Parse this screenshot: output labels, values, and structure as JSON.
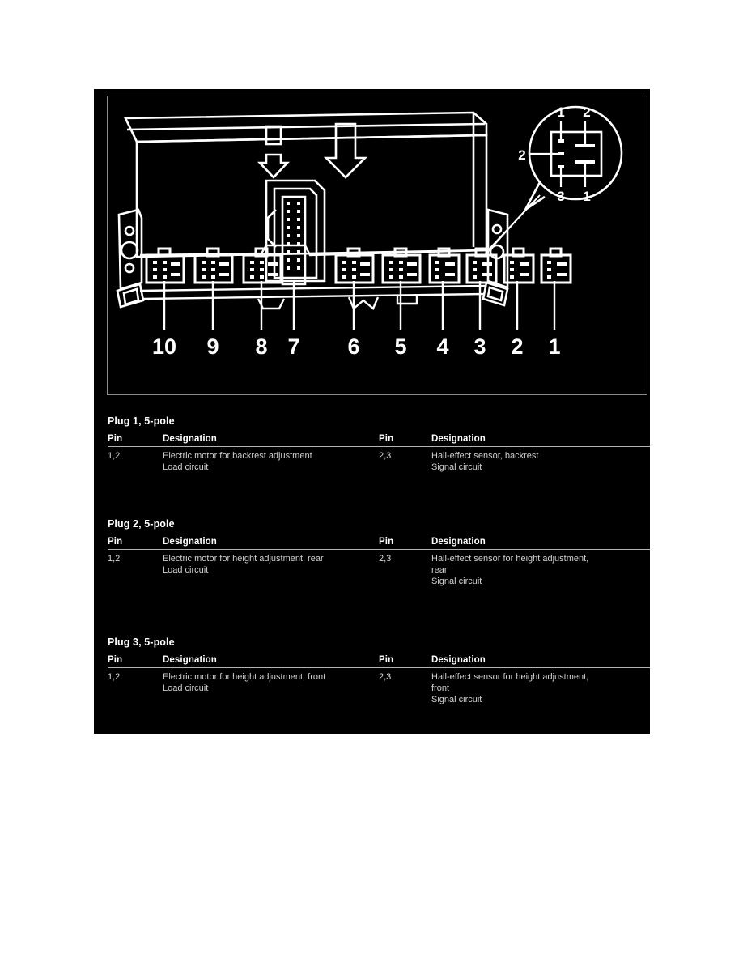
{
  "document": {
    "panel_background": "#000000",
    "text_color": "#ffffff",
    "body_text_color": "#cfcfcf"
  },
  "illustration": {
    "name": "seat-control-module-connector-layout",
    "connector_labels": [
      "10",
      "9",
      "8",
      "7",
      "6",
      "5",
      "4",
      "3",
      "2",
      "1"
    ],
    "callout": {
      "name": "connector-pin-detail",
      "top_left_pin": "1",
      "top_right_pin": "2",
      "left_pin": "2",
      "bottom_left_pin": "3",
      "bottom_right_pin": "1"
    }
  },
  "plugs": [
    {
      "title": "Plug 1, 5-pole",
      "headers": {
        "pin": "Pin",
        "designation": "Designation",
        "pin2": "Pin",
        "designation2": "Designation"
      },
      "row": {
        "pin": "1,2",
        "designation_line1": "Electric motor for backrest adjustment",
        "designation_line2": "Load circuit",
        "designation_line3": "",
        "pin2": "2,3",
        "designation2_line1": "Hall-effect sensor, backrest",
        "designation2_line2": "Signal circuit",
        "designation2_line3": ""
      }
    },
    {
      "title": "Plug 2, 5-pole",
      "headers": {
        "pin": "Pin",
        "designation": "Designation",
        "pin2": "Pin",
        "designation2": "Designation"
      },
      "row": {
        "pin": "1,2",
        "designation_line1": "Electric motor for height adjustment, rear",
        "designation_line2": "Load circuit",
        "designation_line3": "",
        "pin2": "2,3",
        "designation2_line1": "Hall-effect sensor for height adjustment,",
        "designation2_line2": "rear",
        "designation2_line3": "Signal circuit"
      }
    },
    {
      "title": "Plug 3, 5-pole",
      "headers": {
        "pin": "Pin",
        "designation": "Designation",
        "pin2": "Pin",
        "designation2": "Designation"
      },
      "row": {
        "pin": "1,2",
        "designation_line1": "Electric motor for height adjustment, front",
        "designation_line2": "Load circuit",
        "designation_line3": "",
        "pin2": "2,3",
        "designation2_line1": "Hall-effect sensor for height adjustment,",
        "designation2_line2": "front",
        "designation2_line3": "Signal circuit"
      }
    }
  ]
}
